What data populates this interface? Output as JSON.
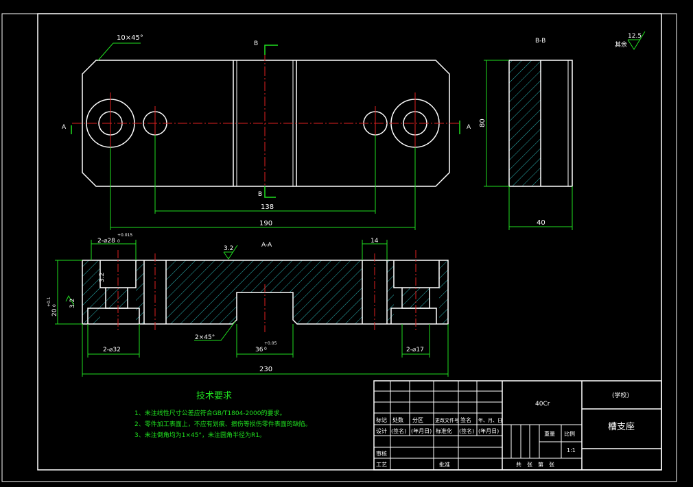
{
  "drawing": {
    "top_view": {
      "chamfer_note": "10×45°",
      "section_marker": "B",
      "section_marker_bottom": "B",
      "side_marker_left": "A",
      "side_marker_right": "A",
      "dim_inner_holes": "138",
      "dim_outer_holes": "190"
    },
    "side_view": {
      "title": "B-B",
      "dim_height": "80",
      "dim_width": "40"
    },
    "roughness_corner": {
      "value": "12.5",
      "label": "其余"
    },
    "section_view": {
      "title": "A-A",
      "roughness_top": "3.2",
      "roughness_left_bore": "3.2",
      "roughness_left_face": "3.2",
      "dim_counterbore": "2-⌀28",
      "dim_counterbore_tol_upper": "+0.015",
      "dim_counterbore_tol_lower": "0",
      "dim_slot_top": "14",
      "dim_height": "20",
      "dim_height_tol_upper": "+0.1",
      "dim_height_tol_lower": "0",
      "dim_bore_32": "2-⌀32",
      "dim_chamfer": "2×45°",
      "dim_slot": "36",
      "dim_slot_tol_upper": "+0.05",
      "dim_slot_tol_lower": "0",
      "dim_bore_17": "2-⌀17",
      "dim_total": "230"
    }
  },
  "tech_requirements": {
    "title": "技术要求",
    "items": [
      "1、未注线性尺寸公差应符合GB/T1804-2000的要求。",
      "2、零件加工表面上，不应有划痕、擦伤等损伤零件表面的缺陷。",
      "3、未注倒角均为1×45°，未注圆角半径为R1。"
    ]
  },
  "title_block": {
    "material": "40Cr",
    "school": "(学校)",
    "part_name": "槽支座",
    "row_headers": [
      "标记",
      "处数",
      "分区",
      "更改文件号",
      "签名",
      "年、月、日"
    ],
    "design_row": [
      "设计",
      "(签名)",
      "(年月日)",
      "标准化",
      "(签名)",
      "(年月日)"
    ],
    "review": "审核",
    "process": "工艺",
    "approve": "批准",
    "weight_label": "重量",
    "scale_label": "比例",
    "scale_value": "1:1",
    "sheets_text": "共　张　第　张"
  }
}
